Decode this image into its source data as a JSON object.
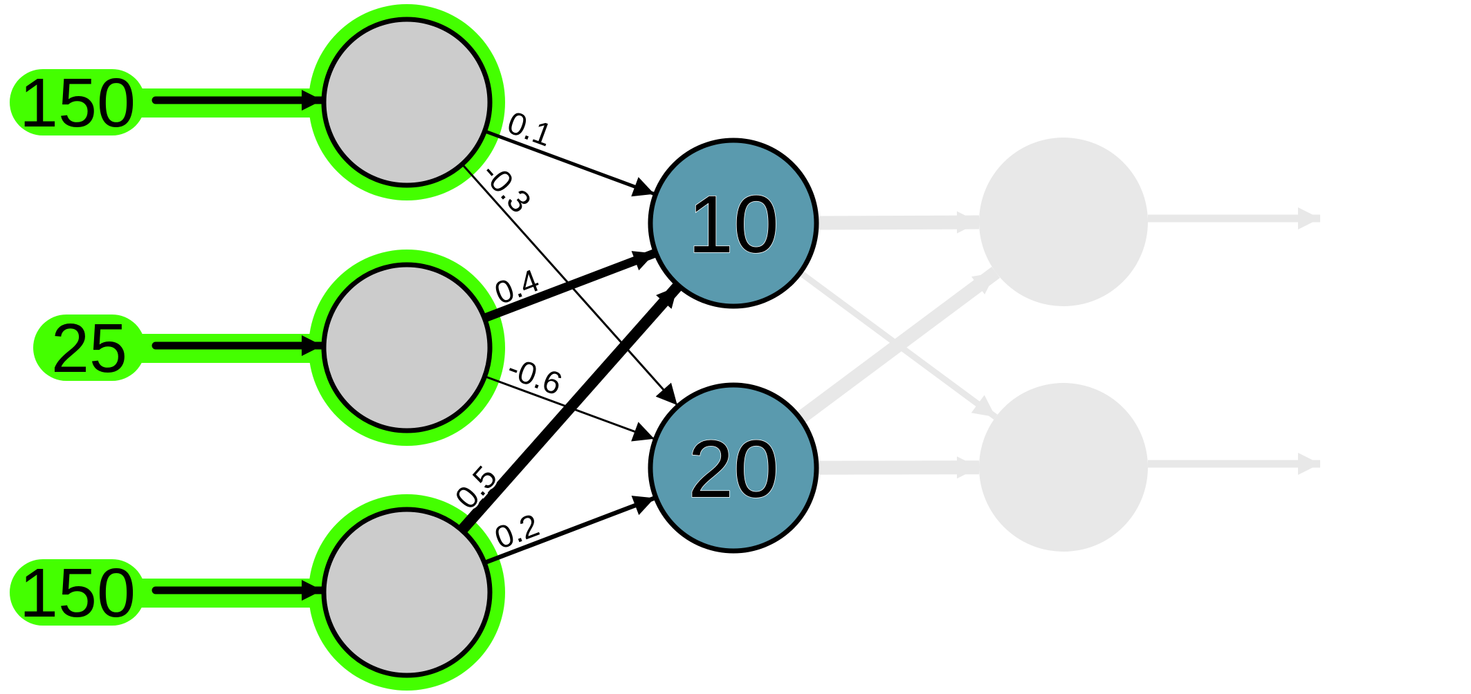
{
  "title": "Neural network forward pass diagram",
  "colors": {
    "active_highlight": "#44ff00",
    "input_node_fill": "#cccccc",
    "hidden_node_fill": "#5a9aae",
    "inactive": "#e8e8e8",
    "edge": "#000000",
    "background": "#ffffff"
  },
  "inputs": [
    {
      "label": "150",
      "value": 150
    },
    {
      "label": "25",
      "value": 25
    },
    {
      "label": "150",
      "value": 150
    }
  ],
  "input_layer": {
    "nodes": [
      {
        "id": "i1",
        "label": "",
        "active": true
      },
      {
        "id": "i2",
        "label": "",
        "active": true
      },
      {
        "id": "i3",
        "label": "",
        "active": true
      }
    ]
  },
  "hidden_layer": {
    "nodes": [
      {
        "id": "h1",
        "label": "10",
        "value": 10
      },
      {
        "id": "h2",
        "label": "20",
        "value": 20
      }
    ]
  },
  "output_layer": {
    "nodes": [
      {
        "id": "o1",
        "label": "",
        "active": false
      },
      {
        "id": "o2",
        "label": "",
        "active": false
      }
    ]
  },
  "edges": [
    {
      "from": "i1",
      "to": "h1",
      "weight": 0.1,
      "label": "0.1"
    },
    {
      "from": "i1",
      "to": "h2",
      "weight": -0.3,
      "label": "-0.3"
    },
    {
      "from": "i2",
      "to": "h1",
      "weight": 0.4,
      "label": "0.4"
    },
    {
      "from": "i2",
      "to": "h2",
      "weight": -0.6,
      "label": "-0.6"
    },
    {
      "from": "i3",
      "to": "h1",
      "weight": 0.5,
      "label": "0.5"
    },
    {
      "from": "i3",
      "to": "h2",
      "weight": 0.2,
      "label": "0.2"
    }
  ],
  "faded_edges": [
    {
      "from": "h1",
      "to": "o1"
    },
    {
      "from": "h1",
      "to": "o2"
    },
    {
      "from": "h2",
      "to": "o1"
    },
    {
      "from": "h2",
      "to": "o2"
    }
  ],
  "output_arrows": [
    {
      "from": "o1"
    },
    {
      "from": "o2"
    }
  ]
}
